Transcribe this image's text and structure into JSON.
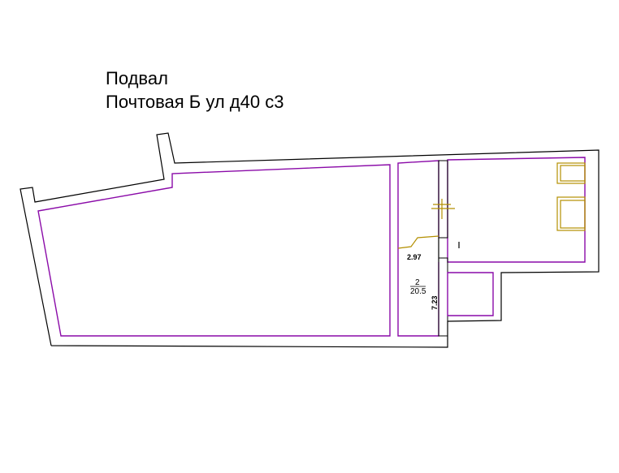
{
  "header": {
    "line1": "Подвал",
    "line2": "Почтовая Б ул д40 с3"
  },
  "plan": {
    "room_number": "2",
    "room_area": "20.5",
    "dim_width": "2.97",
    "dim_length": "7.23"
  },
  "colors": {
    "outer_wall": "#000000",
    "inner_wall": "#8a0aa8",
    "fixture": "#b38f00"
  }
}
